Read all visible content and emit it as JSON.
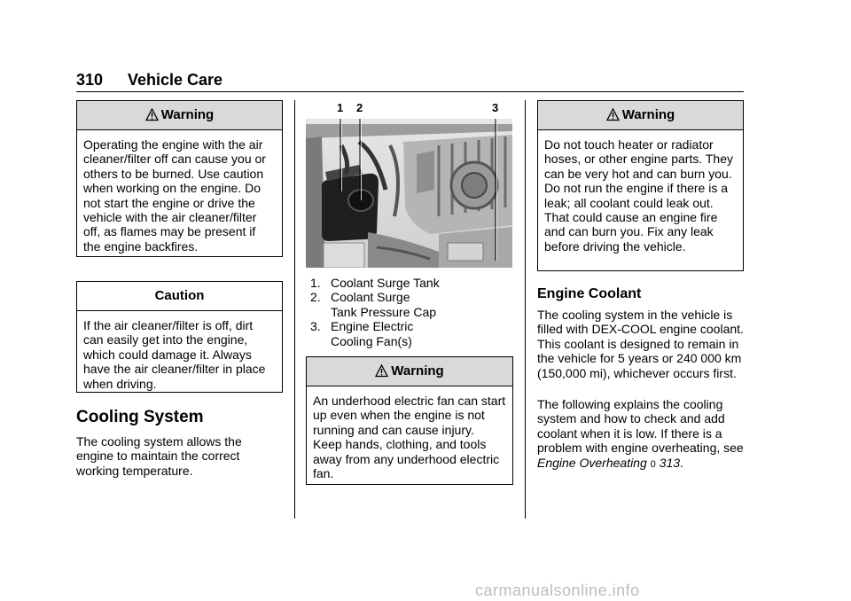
{
  "header": {
    "page_number": "310",
    "section_title": "Vehicle Care"
  },
  "col1": {
    "warning1": {
      "title": "Warning",
      "text": "Operating the engine with the air cleaner/filter off can cause you or others to be burned. Use caution when working on the engine. Do not start the engine or drive the vehicle with the air cleaner/filter off, as flames may be present if the engine backfires."
    },
    "caution": {
      "title": "Caution",
      "text": "If the air cleaner/filter is off, dirt can easily get into the engine, which could damage it. Always have the air cleaner/filter in place when driving."
    },
    "heading": "Cooling System",
    "paragraph": "The cooling system allows the engine to maintain the correct working temperature."
  },
  "col2": {
    "figure": {
      "callouts": [
        "1",
        "2",
        "3"
      ],
      "image_semantics": "engine-compartment-photo"
    },
    "legend": [
      {
        "num": "1.",
        "label": "Coolant Surge Tank"
      },
      {
        "num": "2.",
        "label": "Coolant Surge Tank Pressure Cap"
      },
      {
        "num": "3.",
        "label": "Engine Electric Cooling Fan(s)"
      }
    ],
    "warning2": {
      "title": "Warning",
      "text": "An underhood electric fan can start up even when the engine is not running and can cause injury. Keep hands, clothing, and tools away from any underhood electric fan."
    }
  },
  "col3": {
    "warning3": {
      "title": "Warning",
      "text": "Do not touch heater or radiator hoses, or other engine parts. They can be very hot and can burn you. Do not run the engine if there is a leak; all coolant could leak out. That could cause an engine fire and can burn you. Fix any leak before driving the vehicle."
    },
    "heading": "Engine Coolant",
    "paragraph1": "The cooling system in the vehicle is filled with DEX-COOL engine coolant. This coolant is designed to remain in the vehicle for 5 years or 240 000 km (150,000 mi), whichever occurs first.",
    "paragraph2_prefix": "The following explains the cooling system and how to check and add coolant when it is low. If there is a problem with engine overheating, see ",
    "link_text": "Engine Overheating",
    "link_symbol": "0",
    "link_page": "313",
    "paragraph2_suffix": "."
  },
  "watermark": "carmanualsonline.info",
  "icons": {
    "warning": "warning-triangle-icon"
  }
}
